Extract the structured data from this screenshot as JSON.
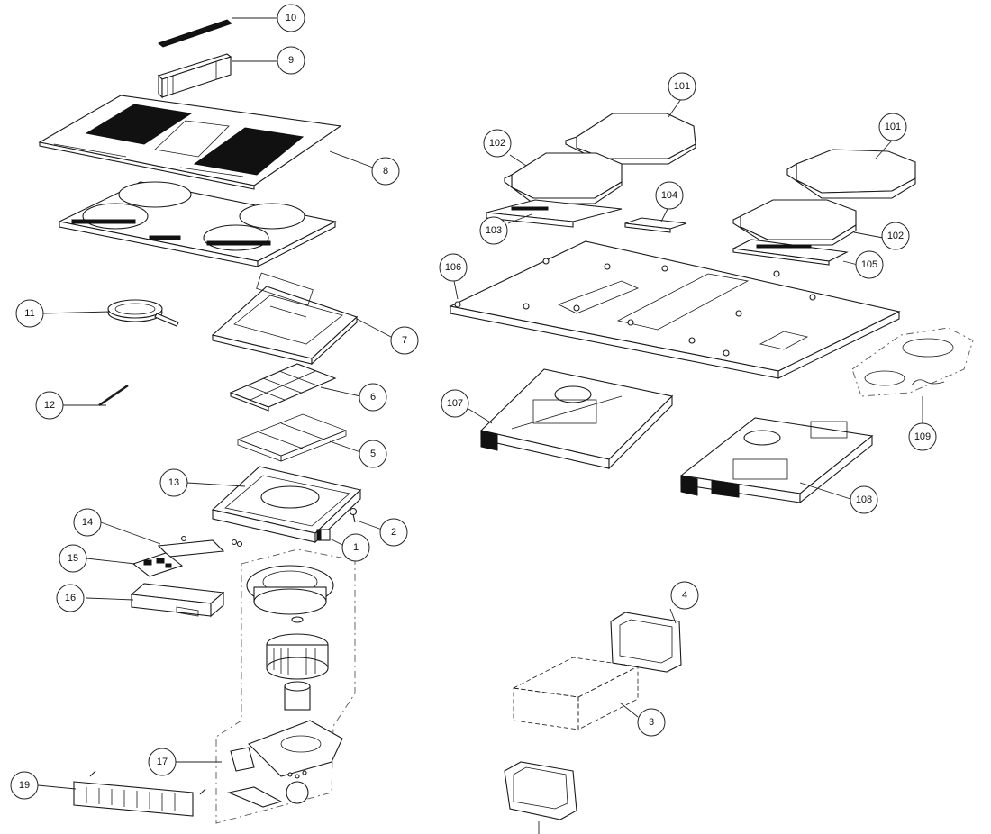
{
  "diagram": {
    "type": "exploded-parts-view",
    "callouts": [
      {
        "id": "c10",
        "label": "10"
      },
      {
        "id": "c9",
        "label": "9"
      },
      {
        "id": "c8",
        "label": "8"
      },
      {
        "id": "c11",
        "label": "11"
      },
      {
        "id": "c7",
        "label": "7"
      },
      {
        "id": "c12",
        "label": "12"
      },
      {
        "id": "c6",
        "label": "6"
      },
      {
        "id": "c5",
        "label": "5"
      },
      {
        "id": "c13",
        "label": "13"
      },
      {
        "id": "c2",
        "label": "2"
      },
      {
        "id": "c14",
        "label": "14"
      },
      {
        "id": "c1",
        "label": "1"
      },
      {
        "id": "c15",
        "label": "15"
      },
      {
        "id": "c16",
        "label": "16"
      },
      {
        "id": "c17",
        "label": "17"
      },
      {
        "id": "c19",
        "label": "19"
      },
      {
        "id": "c101a",
        "label": "101"
      },
      {
        "id": "c101b",
        "label": "101"
      },
      {
        "id": "c102a",
        "label": "102"
      },
      {
        "id": "c104",
        "label": "104"
      },
      {
        "id": "c103",
        "label": "103"
      },
      {
        "id": "c102b",
        "label": "102"
      },
      {
        "id": "c105",
        "label": "105"
      },
      {
        "id": "c106",
        "label": "106"
      },
      {
        "id": "c107",
        "label": "107"
      },
      {
        "id": "c109",
        "label": "109"
      },
      {
        "id": "c108",
        "label": "108"
      },
      {
        "id": "c4",
        "label": "4"
      },
      {
        "id": "c3",
        "label": "3"
      }
    ]
  }
}
